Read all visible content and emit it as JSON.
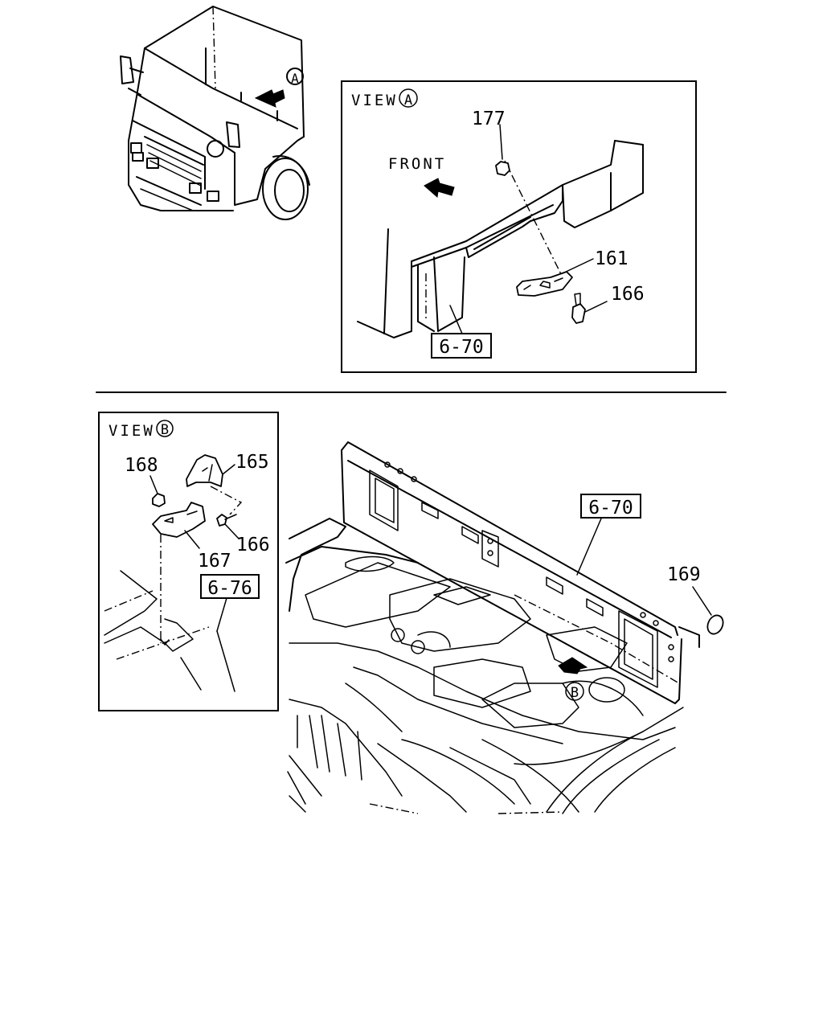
{
  "view_a": {
    "title": "VIEW",
    "marker": "A",
    "front_label": "FRONT",
    "callouts": [
      "177",
      "161",
      "166"
    ],
    "ref_box": "6-70"
  },
  "truck": {
    "marker": "A"
  },
  "view_b": {
    "title": "VIEW",
    "marker": "B",
    "callouts": [
      "168",
      "165",
      "166",
      "167"
    ],
    "ref_box": "6-76"
  },
  "frame": {
    "ref_box": "6-70",
    "callouts": [
      "169"
    ],
    "marker": "B"
  }
}
